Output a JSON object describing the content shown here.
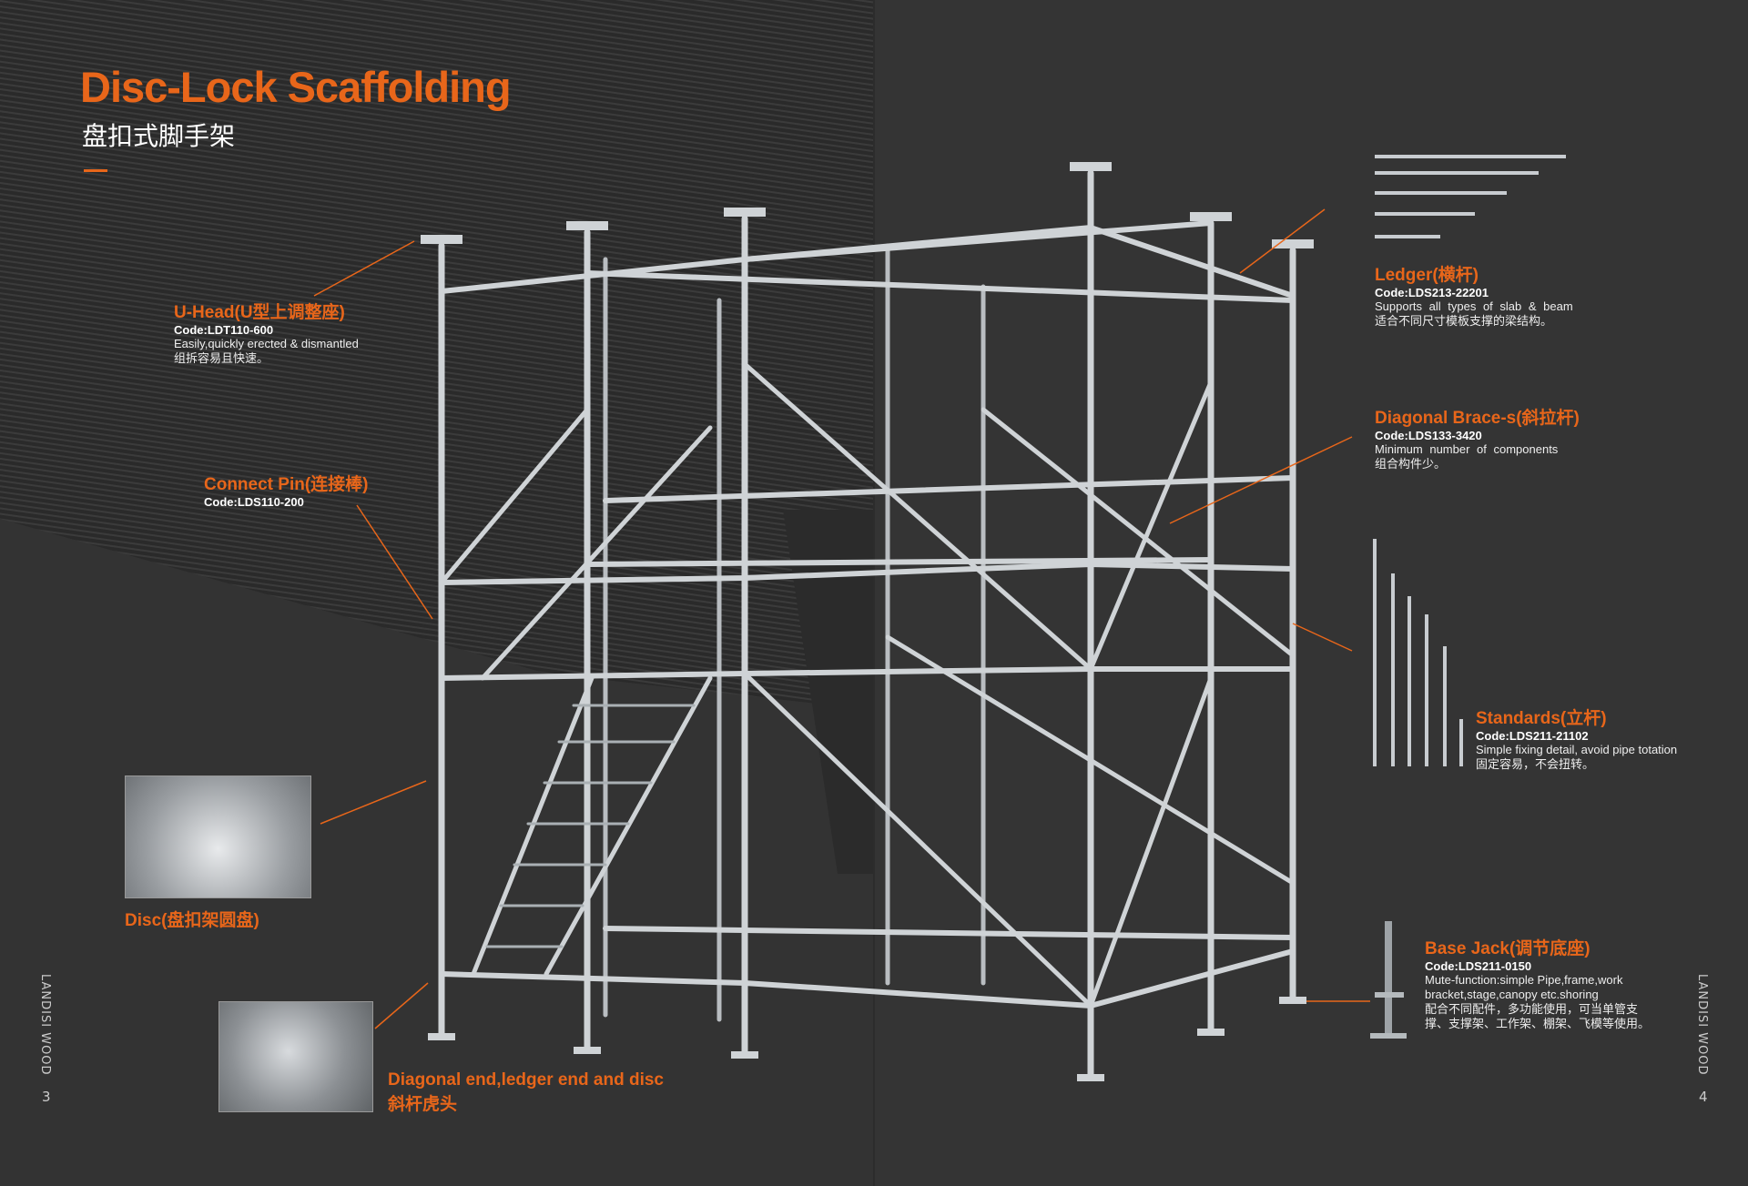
{
  "header": {
    "title": "Disc-Lock Scaffolding",
    "subtitle": "盘扣式脚手架"
  },
  "components": {
    "uhead": {
      "title": "U-Head(U型上调整座)",
      "code": "Code:LDT110-600",
      "desc": [
        "Easily,quickly erected & dismantled",
        "组拆容易且快速。"
      ]
    },
    "connect_pin": {
      "title": "Connect Pin(连接棒)",
      "code": "Code:LDS110-200"
    },
    "disc": {
      "title": "Disc(盘扣架圆盘)"
    },
    "diagonal_end": {
      "title": "Diagonal end,ledger end and disc",
      "title_cn": "斜杆虎头"
    },
    "ledger": {
      "title": "Ledger(横杆)",
      "code": "Code:LDS213-22201",
      "desc": [
        "Supports all types of slab & beam",
        "适合不同尺寸模板支撑的梁结构。"
      ]
    },
    "diagonal_brace": {
      "title": "Diagonal Brace-s(斜拉杆)",
      "code": "Code:LDS133-3420",
      "desc": [
        "Minimum number of components",
        "组合构件少。"
      ]
    },
    "standards": {
      "title": "Standards(立杆)",
      "code": "Code:LDS211-21102",
      "desc": [
        "Simple fixing detail, avoid pipe totation",
        "固定容易，不会扭转。"
      ]
    },
    "base_jack": {
      "title": "Base Jack(调节底座)",
      "code": "Code:LDS211-0150",
      "desc": [
        "Mute-function:simple Pipe,frame,work",
        "bracket,stage,canopy etc.shoring",
        "配合不同配件，多功能使用，可当单管支",
        "撑、支撑架、工作架、棚架、飞模等使用。"
      ]
    }
  },
  "footer": {
    "brand_left": "LANDISI WOOD",
    "page_left": "3",
    "brand_right": "LANDISI WOOD",
    "page_right": "4"
  },
  "colors": {
    "accent": "#e8661a",
    "background": "#323232"
  }
}
